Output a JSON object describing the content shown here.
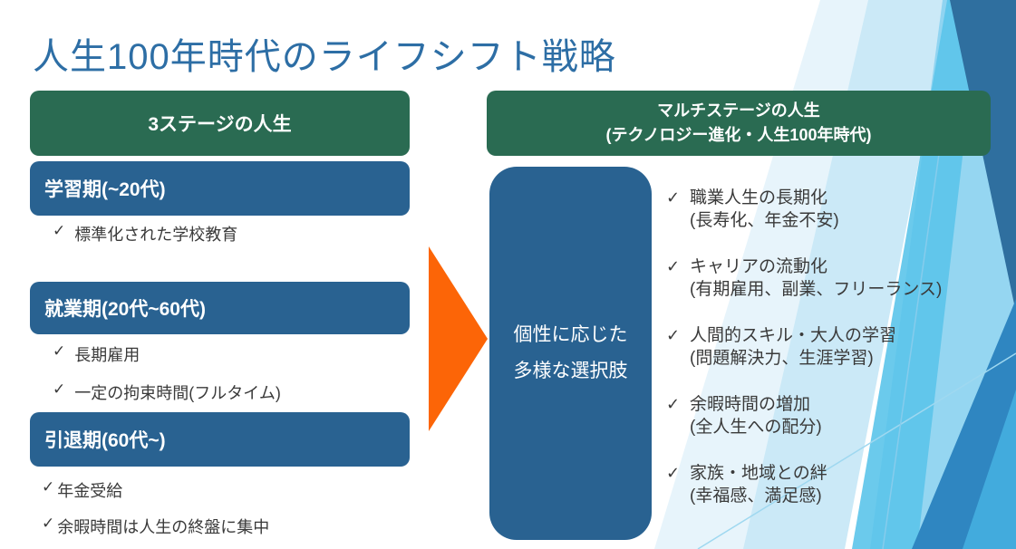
{
  "colors": {
    "title_blue": "#2D6EA5",
    "header_green": "#2A6B52",
    "stage_blue": "#296291",
    "arrow_orange": "#FC6507",
    "body_text": "#3A3A3A",
    "facet_dark_blue": "#2F6F9F",
    "facet_bright_blue": "#2F86C1",
    "facet_cyan": "#5BC4EA",
    "facet_light": "#CBE9F7"
  },
  "icons": {
    "check": "✓"
  },
  "title": "人生100年時代のライフシフト戦略",
  "left_panel": {
    "header": "3ステージの人生",
    "stages": [
      {
        "label": "学習期(~20代)",
        "bullets": [
          "標準化された学校教育"
        ]
      },
      {
        "label": "就業期(20代~60代)",
        "bullets": [
          "長期雇用",
          "一定の拘束時間(フルタイム)"
        ]
      },
      {
        "label": "引退期(60代~)",
        "bullets": [
          "年金受給",
          "余暇時間は人生の終盤に集中"
        ]
      }
    ]
  },
  "right_panel": {
    "header_line1": "マルチステージの人生",
    "header_line2": "(テクノロジー進化・人生100年時代)",
    "side_box_line1": "個性に応じた",
    "side_box_line2": "多様な選択肢",
    "bullets": [
      {
        "text": "職業人生の長期化",
        "sub": "(長寿化、年金不安)"
      },
      {
        "text": "キャリアの流動化",
        "sub": "(有期雇用、副業、フリーランス)"
      },
      {
        "text": "人間的スキル・大人の学習",
        "sub": "(問題解決力、生涯学習)"
      },
      {
        "text": "余暇時間の増加",
        "sub": "(全人生への配分)"
      },
      {
        "text": "家族・地域との絆",
        "sub": "(幸福感、満足感)"
      }
    ]
  }
}
